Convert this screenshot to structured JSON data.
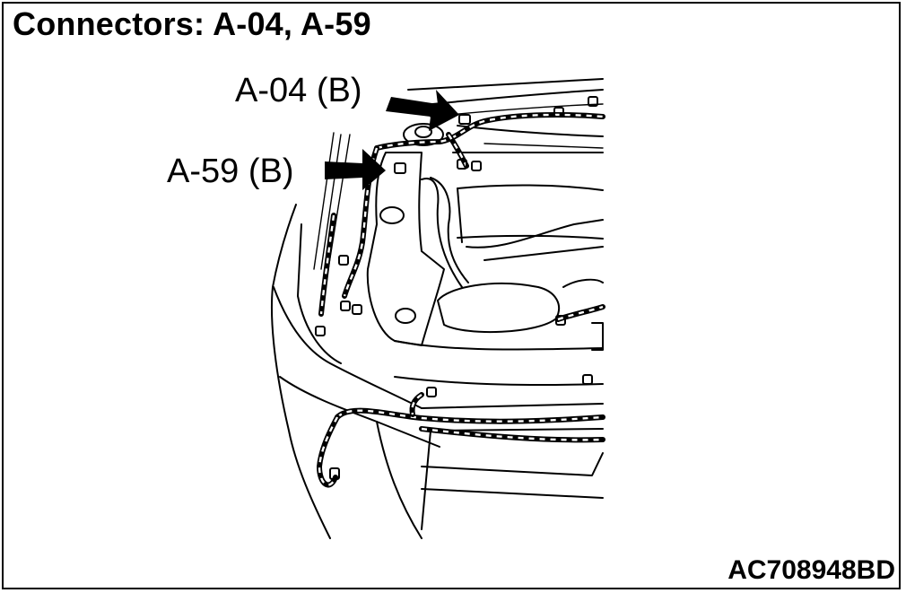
{
  "title": "Connectors: A-04, A-59",
  "callouts": [
    {
      "label": "A-04 (B)"
    },
    {
      "label": "A-59 (B)"
    }
  ],
  "figure_code": "AC708948BD"
}
